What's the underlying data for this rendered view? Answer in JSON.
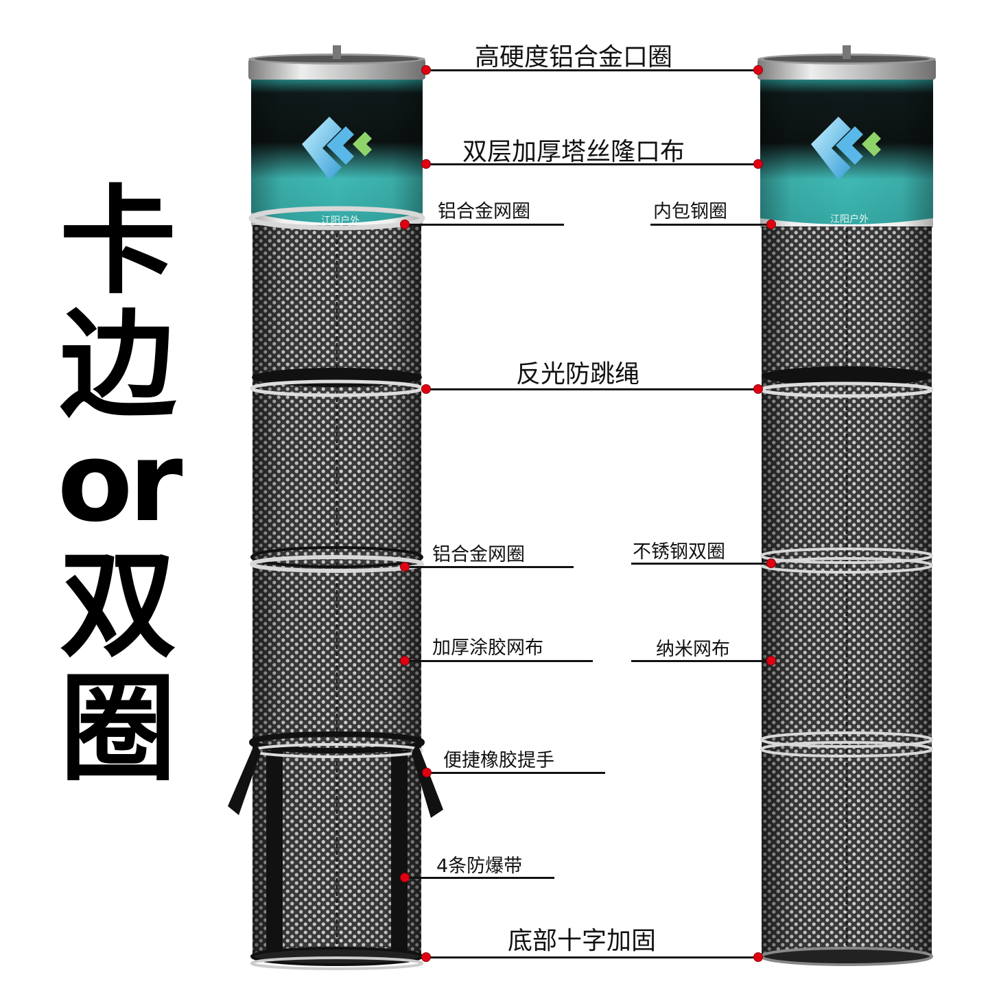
{
  "title": {
    "chars": [
      "卡",
      "边",
      "or",
      "双",
      "圈"
    ]
  },
  "brand_text": "江阳户外",
  "colors": {
    "teal": "#3fb6b2",
    "dark_band": "#0e1414",
    "accent_dot": "#e00012",
    "mesh": "#4a4a4a",
    "logo_blue": "#7ad0f0",
    "logo_green": "#8fd46a"
  },
  "labels": {
    "rim": "高硬度铝合金口圈",
    "cloth": "双层加厚塔丝隆口布",
    "alloy_ring_top": "铝合金网圈",
    "steel_ring_inner": "内包钢圈",
    "anti_jump_rope": "反光防跳绳",
    "alloy_ring_mid": "铝合金网圈",
    "stainless_double_ring": "不锈钢双圈",
    "thick_mesh": "加厚涂胶网布",
    "nano_mesh": "纳米网布",
    "handle": "便捷橡胶提手",
    "straps": "4条防爆带",
    "bottom": "底部十字加固"
  }
}
